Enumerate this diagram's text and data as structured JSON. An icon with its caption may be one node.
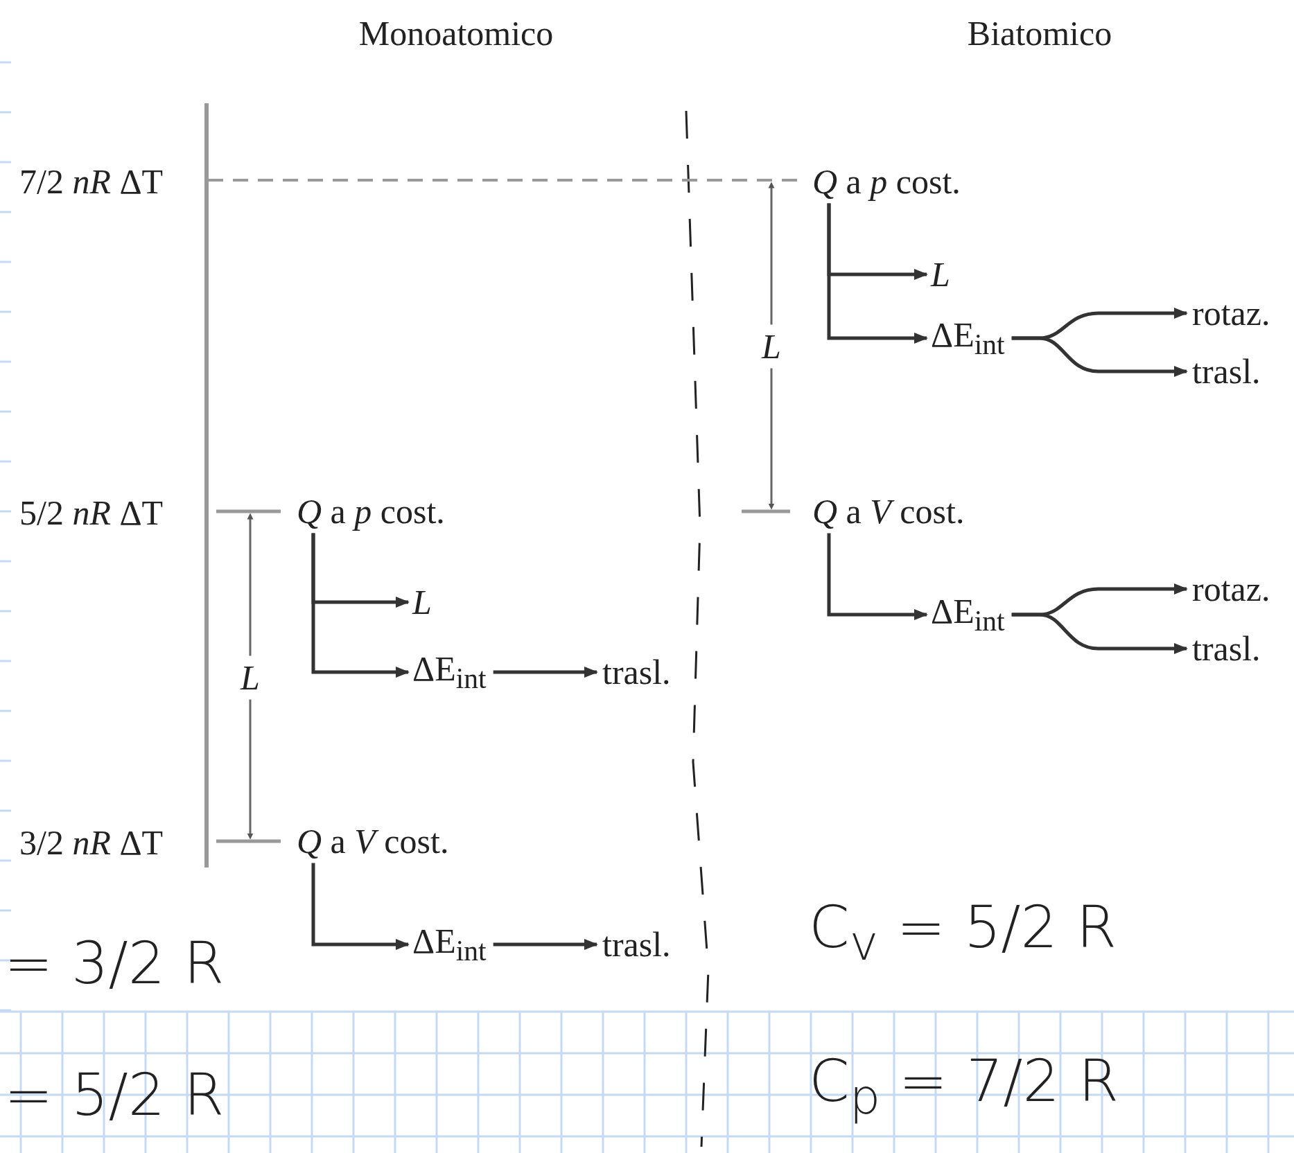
{
  "diagram": {
    "nodes": [
      {
        "text": [
          "*Q* a *p* cost."
        ]
      },
      {
        "text": [
          "L"
        ]
      },
      {
        "text": [
          "ΔE$_{int}$"
        ]
      },
      {
        "text": [
          "trasl."
        ]
      },
      {
        "text": [
          "*Q* a *V* cost."
        ]
      },
      {
        "text": [
          "ΔE$_{int}$"
        ]
      },
      {
        "text": [
          "trasl."
        ]
      },
      {
        "text": [
          "*Q* a *p* cost."
        ]
      },
      {
        "text": [
          "L"
        ]
      },
      {
        "text": [
          "ΔE$_{int}$"
        ]
      },
      {
        "text": [
          "rotaz."
        ]
      },
      {
        "text": [
          "trasl."
        ]
      },
      {
        "text": [
          "*Q* a *V* cost."
        ]
      },
      {
        "text": [
          "ΔE$_{int}$"
        ]
      },
      {
        "text": [
          "rotaz."
        ]
      },
      {
        "text": [
          "trasl."
        ]
      }
    ],
    "edges": [
      {
        "from": 0,
        "to": 1,
        "arrow": "to"
      },
      {
        "from": 0,
        "to": 2,
        "arrow": "to"
      },
      {
        "from": 2,
        "to": 3,
        "arrow": "to"
      },
      {
        "from": 4,
        "to": 5,
        "arrow": "to"
      },
      {
        "from": 5,
        "to": 6,
        "arrow": "to"
      },
      {
        "from": 7,
        "to": 8,
        "arrow": "to"
      },
      {
        "from": 7,
        "to": 9,
        "arrow": "to"
      },
      {
        "from": 9,
        "to": 10,
        "arrow": "to"
      },
      {
        "from": 9,
        "to": 11,
        "arrow": "to"
      },
      {
        "from": 12,
        "to": 13,
        "arrow": "to"
      },
      {
        "from": 13,
        "to": 14,
        "arrow": "to"
      },
      {
        "from": 13,
        "to": 15,
        "arrow": "to"
      }
    ],
    "labels": [
      "Monoatomico",
      "Biatomico",
      "7/2 *nR* ΔT",
      "*L*",
      "5/2 *nR* ΔT",
      "*L*",
      "3/2 *nR* ΔT",
      "= 3/2 R",
      "C$_{v}$ = 5/2 R",
      "= 5/2 R",
      "C$_{p}$ = 7/2 R"
    ]
  }
}
